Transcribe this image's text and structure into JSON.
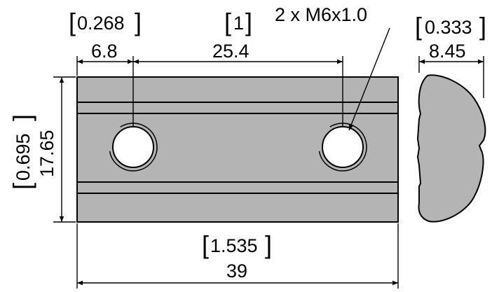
{
  "drawing": {
    "dimensions": {
      "hole1_offset": {
        "mm": "6.8",
        "inch": "0.268"
      },
      "hole_spacing": {
        "mm": "25.4",
        "inch": "1"
      },
      "thread_callout": "2 x M6x1.0",
      "profile_width": {
        "mm": "8.45",
        "inch": "0.333"
      },
      "height": {
        "mm": "17.65",
        "inch": "0.695"
      },
      "length": {
        "mm": "39",
        "inch": "1.535"
      }
    },
    "colors": {
      "part_fill": "#b4b4b4",
      "line": "#000000",
      "hole_fill": "#ffffff",
      "background": "#ffffff"
    }
  }
}
